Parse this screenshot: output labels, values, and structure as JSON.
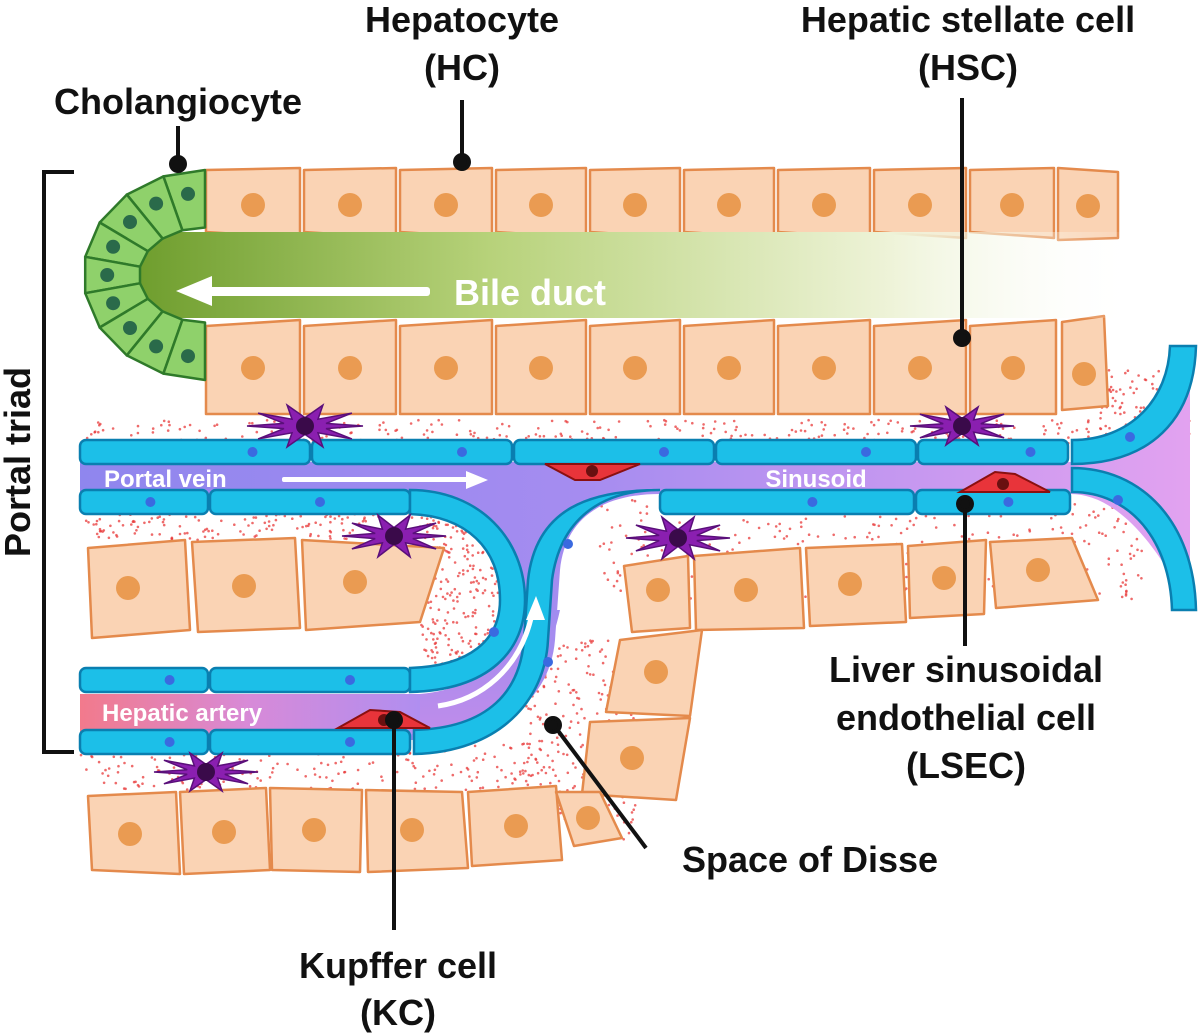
{
  "colors": {
    "hepatocyte_fill": "#fad3b4",
    "hepatocyte_stroke": "#e48a4c",
    "nucleus": "#ea9b52",
    "cholangiocyte_fill": "#8fd16b",
    "cholangiocyte_stroke": "#2f7a2a",
    "cholangiocyte_nucleus": "#2a6a4a",
    "bile_gradient_start": "#7fae3a",
    "endothelial_fill": "#1cbfe8",
    "endothelial_stroke": "#0a7fb0",
    "endothelial_nucleus": "#3a6ae0",
    "portal_vein": "#9a8af0",
    "sinusoid": "#d89af0",
    "hepatic_artery": "#f07a8a",
    "kupffer": "#e8343a",
    "stellate": "#8a1fb0",
    "disse_dots": "#e83a3a"
  },
  "labels": {
    "hepatocyte_line1": "Hepatocyte",
    "hepatocyte_line2": "(HC)",
    "hsc_line1": "Hepatic stellate cell",
    "hsc_line2": "(HSC)",
    "cholangiocyte": "Cholangiocyte",
    "bile_duct": "Bile duct",
    "portal_triad": "Portal triad",
    "portal_vein": "Portal vein",
    "sinusoid": "Sinusoid",
    "hepatic_artery": "Hepatic artery",
    "lsec_line1": "Liver sinusoidal",
    "lsec_line2": "endothelial cell",
    "lsec_line3": "(LSEC)",
    "space_of_disse": "Space of Disse",
    "kc_line1": "Kupffer cell",
    "kc_line2": "(KC)"
  }
}
